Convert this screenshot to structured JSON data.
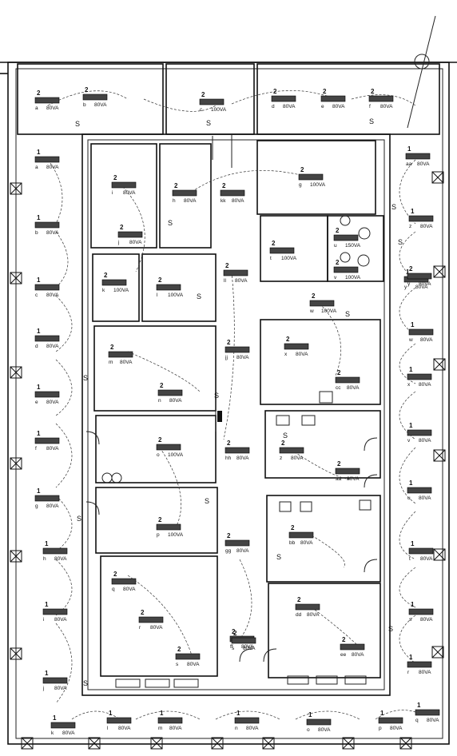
{
  "fixtures": [
    {
      "circuit": "2",
      "id": "a",
      "va": "80VA"
    },
    {
      "circuit": "2",
      "id": "b",
      "va": "80VA"
    },
    {
      "circuit": "2",
      "id": "c",
      "va": "100VA"
    },
    {
      "circuit": "2",
      "id": "d",
      "va": "80VA"
    },
    {
      "circuit": "2",
      "id": "e",
      "va": "80VA"
    },
    {
      "circuit": "2",
      "id": "f",
      "va": "80VA"
    },
    {
      "circuit": "1",
      "id": "a",
      "va": "80VA"
    },
    {
      "circuit": "1",
      "id": "b",
      "va": "80VA"
    },
    {
      "circuit": "1",
      "id": "c",
      "va": "80VA"
    },
    {
      "circuit": "1",
      "id": "d",
      "va": "80VA"
    },
    {
      "circuit": "1",
      "id": "e",
      "va": "80VA"
    },
    {
      "circuit": "1",
      "id": "f",
      "va": "80VA"
    },
    {
      "circuit": "1",
      "id": "g",
      "va": "80VA"
    },
    {
      "circuit": "1",
      "id": "h",
      "va": "80VA"
    },
    {
      "circuit": "1",
      "id": "i",
      "va": "80VA"
    },
    {
      "circuit": "1",
      "id": "j",
      "va": "80VA"
    },
    {
      "circuit": "1",
      "id": "aa",
      "va": "80VA"
    },
    {
      "circuit": "1",
      "id": "z",
      "va": "80VA"
    },
    {
      "circuit": "1",
      "id": "y",
      "va": "80VA"
    },
    {
      "circuit": "1",
      "id": "w",
      "va": "80VA"
    },
    {
      "circuit": "1",
      "id": "x",
      "va": "80VA"
    },
    {
      "circuit": "1",
      "id": "v",
      "va": "80VA"
    },
    {
      "circuit": "1",
      "id": "u",
      "va": "80VA"
    },
    {
      "circuit": "1",
      "id": "t",
      "va": "80VA"
    },
    {
      "circuit": "1",
      "id": "s",
      "va": "80VA"
    },
    {
      "circuit": "1",
      "id": "r",
      "va": "80VA"
    },
    {
      "circuit": "1",
      "id": "k",
      "va": "80VA"
    },
    {
      "circuit": "1",
      "id": "l",
      "va": "80VA"
    },
    {
      "circuit": "1",
      "id": "m",
      "va": "80VA"
    },
    {
      "circuit": "1",
      "id": "n",
      "va": "80VA"
    },
    {
      "circuit": "1",
      "id": "o",
      "va": "80VA"
    },
    {
      "circuit": "1",
      "id": "p",
      "va": "80VA"
    },
    {
      "circuit": "1",
      "id": "q",
      "va": "80VA"
    },
    {
      "circuit": "2",
      "id": "i",
      "va": "80VA"
    },
    {
      "circuit": "2",
      "id": "j",
      "va": "80VA"
    },
    {
      "circuit": "2",
      "id": "h",
      "va": "80VA"
    },
    {
      "circuit": "2",
      "id": "kk",
      "va": "80VA"
    },
    {
      "circuit": "2",
      "id": "g",
      "va": "100VA"
    },
    {
      "circuit": "2",
      "id": "k",
      "va": "100VA"
    },
    {
      "circuit": "2",
      "id": "l",
      "va": "100VA"
    },
    {
      "circuit": "2",
      "id": "ll",
      "va": "80VA"
    },
    {
      "circuit": "2",
      "id": "t",
      "va": "100VA"
    },
    {
      "circuit": "2",
      "id": "u",
      "va": "150VA"
    },
    {
      "circuit": "2",
      "id": "v",
      "va": "100VA"
    },
    {
      "circuit": "2",
      "id": "y",
      "va": "80VA"
    },
    {
      "circuit": "2",
      "id": "w",
      "va": "100VA"
    },
    {
      "circuit": "2",
      "id": "m",
      "va": "80VA"
    },
    {
      "circuit": "2",
      "id": "jj",
      "va": "80VA"
    },
    {
      "circuit": "2",
      "id": "x",
      "va": "80VA"
    },
    {
      "circuit": "2",
      "id": "n",
      "va": "80VA"
    },
    {
      "circuit": "2",
      "id": "cc",
      "va": "80VA"
    },
    {
      "circuit": "2",
      "id": "o",
      "va": "100VA"
    },
    {
      "circuit": "2",
      "id": "hh",
      "va": "80VA"
    },
    {
      "circuit": "2",
      "id": "z",
      "va": "80VA"
    },
    {
      "circuit": "2",
      "id": "aa",
      "va": "80VA"
    },
    {
      "circuit": "2",
      "id": "p",
      "va": "100VA"
    },
    {
      "circuit": "2",
      "id": "gg",
      "va": "80VA"
    },
    {
      "circuit": "2",
      "id": "bb",
      "va": "80VA"
    },
    {
      "circuit": "2",
      "id": "q",
      "va": "80VA"
    },
    {
      "circuit": "2",
      "id": "ff",
      "va": "80VA"
    },
    {
      "circuit": "2",
      "id": "r",
      "va": "80VA"
    },
    {
      "circuit": "2",
      "id": "dd",
      "va": "80VA"
    },
    {
      "circuit": "2",
      "id": "s",
      "va": "80VA"
    },
    {
      "circuit": "2",
      "id": "ee",
      "va": "80VA"
    },
    {
      "circuit": "2",
      "id": "s",
      "va": "80VA"
    }
  ],
  "switch_labels": [
    "S",
    "S",
    "S",
    "S",
    "S",
    "S",
    "S",
    "S",
    "S",
    "S",
    "S",
    "S",
    "S",
    "S",
    "S",
    "S"
  ]
}
